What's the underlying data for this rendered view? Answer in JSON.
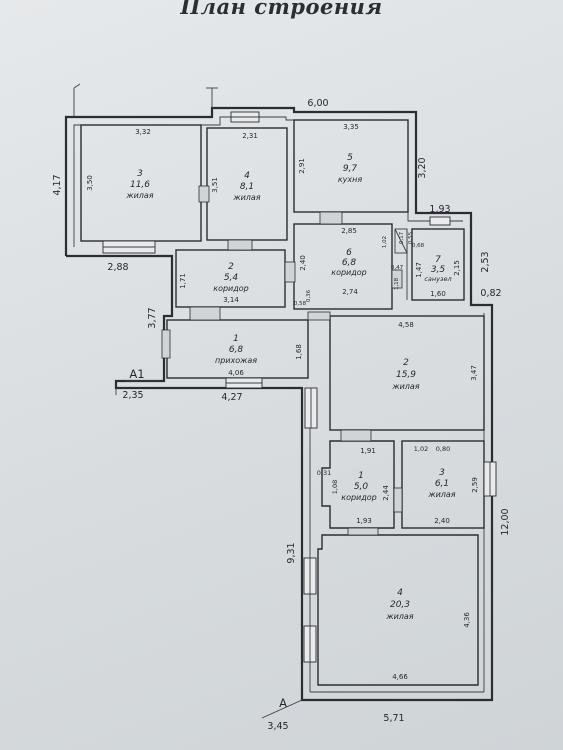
{
  "title": "План строения",
  "sections": {
    "a1": "А1",
    "a": "А"
  },
  "dimensions": {
    "top": "6,00",
    "left": "4,17",
    "bottom_left": "2,88",
    "lower_left": "3,77",
    "right_upper": "3,20",
    "notch": "1,93",
    "right_mid": "2,53",
    "right_step": "0,82",
    "right_lower": "12,00",
    "lower_block_left": "9,31",
    "lower_bottom": "5,71",
    "lower_corner": "3,45",
    "a1_corner": "2,35",
    "a1_bottom": "4,27"
  },
  "rooms": {
    "r3": {
      "num": "3",
      "area": "11,6",
      "name": "жилая",
      "w": "3,32",
      "h": "3,50"
    },
    "r4": {
      "num": "4",
      "area": "8,1",
      "name": "жилая",
      "w": "2,31",
      "h": "3,51"
    },
    "r5": {
      "num": "5",
      "area": "9,7",
      "name": "кухня",
      "w": "3,35",
      "h": "2,91"
    },
    "r2": {
      "num": "2",
      "area": "5,4",
      "name": "коридор",
      "w": "3,14",
      "h": "1,71"
    },
    "r6": {
      "num": "6",
      "area": "6,8",
      "name": "коридор",
      "w": "2,85",
      "h": "2,40",
      "bottom": "2,74",
      "small_a": "0,58",
      "small_b": "0,36",
      "small_c": "1,02",
      "small_d": "0,47",
      "small_e": "1,18"
    },
    "r7": {
      "num": "7",
      "area": "3,5",
      "name": "санузел",
      "w": "1,60",
      "h_left": "1,47",
      "h_right": "2,15",
      "small_a": "0,55",
      "small_b": "0,68",
      "small_c": "0,17"
    },
    "r1": {
      "num": "1",
      "area": "6,8",
      "name": "прихожая",
      "w": "4,06",
      "h": "1,68"
    },
    "l2": {
      "num": "2",
      "area": "15,9",
      "name": "жилая",
      "w": "4,58",
      "h": "3,47"
    },
    "l1": {
      "num": "1",
      "area": "5,0",
      "name": "коридор",
      "w": "1,91",
      "h": "2,44",
      "bottom": "1,93",
      "small_a": "0,31",
      "small_b": "1,08"
    },
    "l3": {
      "num": "3",
      "area": "6,1",
      "name": "жилая",
      "w": "2,40",
      "h": "2,59",
      "small_a": "1,02",
      "small_b": "0,80"
    },
    "l4": {
      "num": "4",
      "area": "20,3",
      "name": "жилая",
      "w": "4,66",
      "h": "4,36"
    }
  }
}
